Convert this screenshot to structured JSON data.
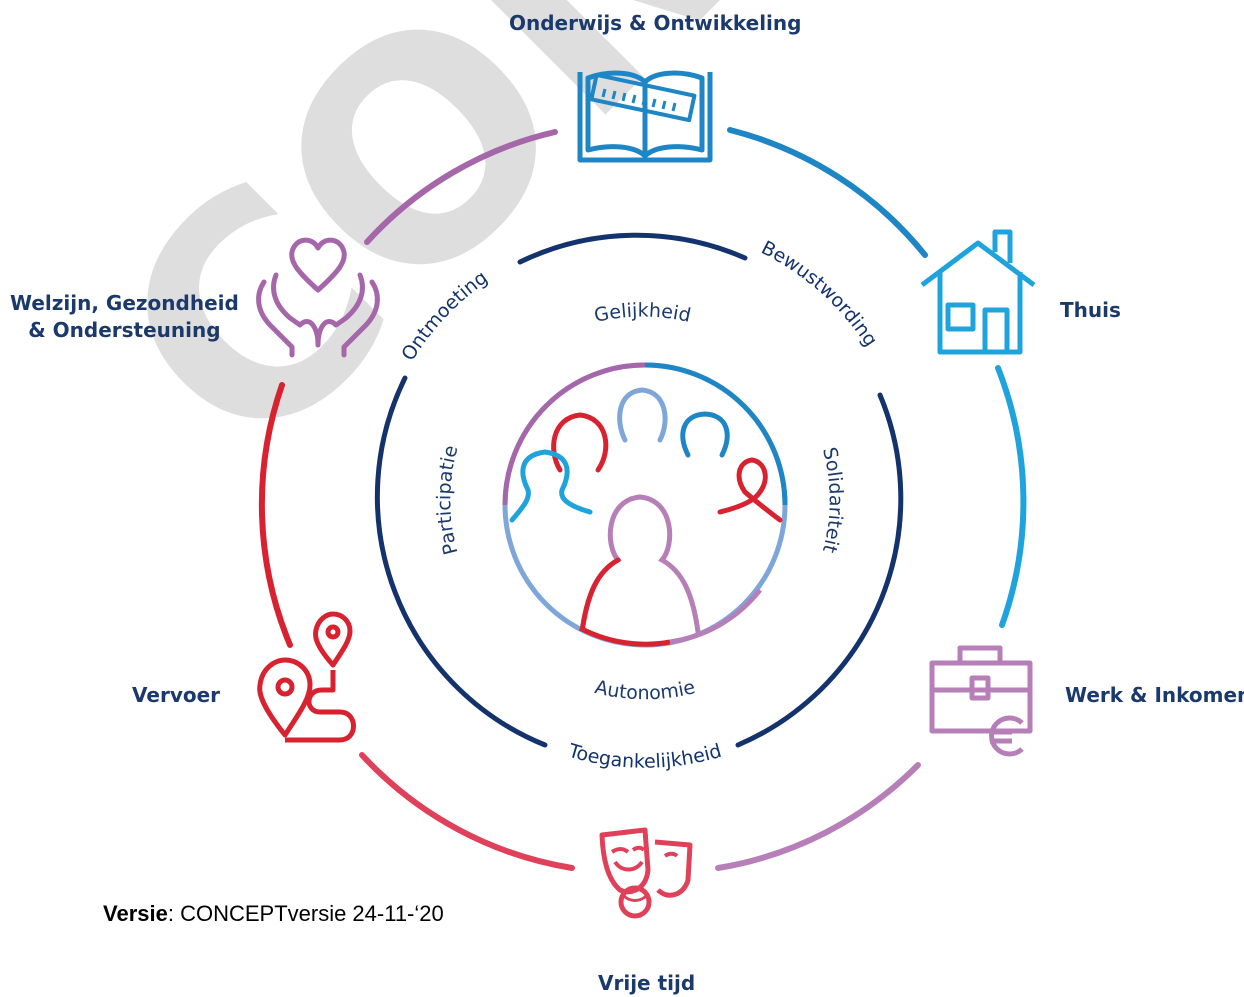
{
  "watermark": "CONCEPT",
  "outer_ring": {
    "domains": [
      {
        "id": "onderwijs",
        "label": "Onderwijs & Ontwikkeling",
        "icon": "book-ruler-icon",
        "color": "#1f86c6"
      },
      {
        "id": "thuis",
        "label": "Thuis",
        "icon": "house-icon",
        "color": "#1fa3dc"
      },
      {
        "id": "werk",
        "label": "Werk & Inkomen",
        "icon": "briefcase-euro-icon",
        "color": "#b67fb8"
      },
      {
        "id": "vrije_tijd",
        "label": "Vrije tijd",
        "icon": "theater-masks-icon",
        "color": "#e0415a"
      },
      {
        "id": "vervoer",
        "label": "Vervoer",
        "icon": "route-pins-icon",
        "color": "#d8222f"
      },
      {
        "id": "welzijn",
        "label_lines": [
          "Welzijn, Gezondheid",
          "& Ondersteuning"
        ],
        "icon": "hands-heart-icon",
        "color": "#a567a9"
      }
    ]
  },
  "middle_ring": {
    "color": "#14336d",
    "labels": [
      "Ontmoeting",
      "Bewustwording",
      "Toegankelijkheid"
    ]
  },
  "inner_values": {
    "color": "#1b3a6b",
    "labels": [
      "Gelijkheid",
      "Solidariteit",
      "Autonomie",
      "Participatie"
    ]
  },
  "center": {
    "icon": "people-group-icon"
  },
  "version": {
    "label": "Versie",
    "text": ": CONCEPTversie 24-11-‘20"
  }
}
